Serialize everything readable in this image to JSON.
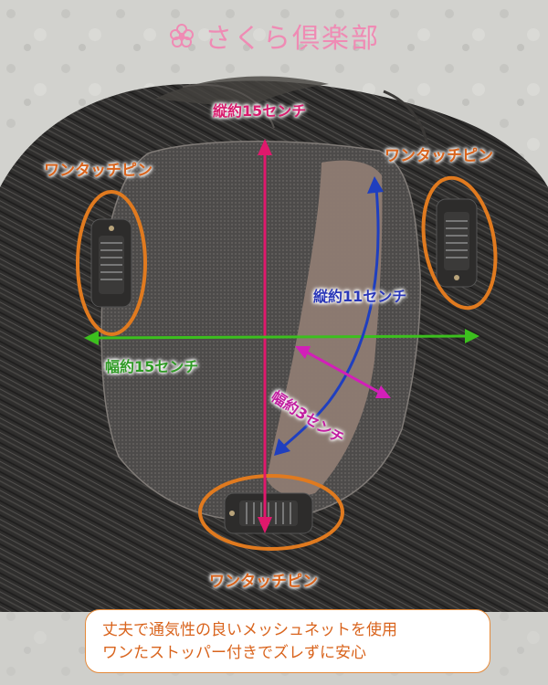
{
  "brand": {
    "name": "さくら倶楽部",
    "icon": "sakura-flower-icon",
    "color": "#ef8bb4"
  },
  "labels": {
    "pin_left": "ワンタッチピン",
    "pin_right": "ワンタッチピン",
    "pin_bottom": "ワンタッチピン",
    "length_vertical": "縦約15センチ",
    "length_part": "縦約11センチ",
    "width": "幅約15センチ",
    "part_width": "幅約3センチ"
  },
  "caption": {
    "line1": "丈夫で通気性の良いメッシュネットを使用",
    "line2": "ワンたストッパー付きでズレずに安心"
  },
  "colors": {
    "orange": "#e07a1f",
    "pink": "#e0186c",
    "blue": "#1f3fbf",
    "green": "#3cbf1e",
    "magenta": "#d21fb8"
  }
}
